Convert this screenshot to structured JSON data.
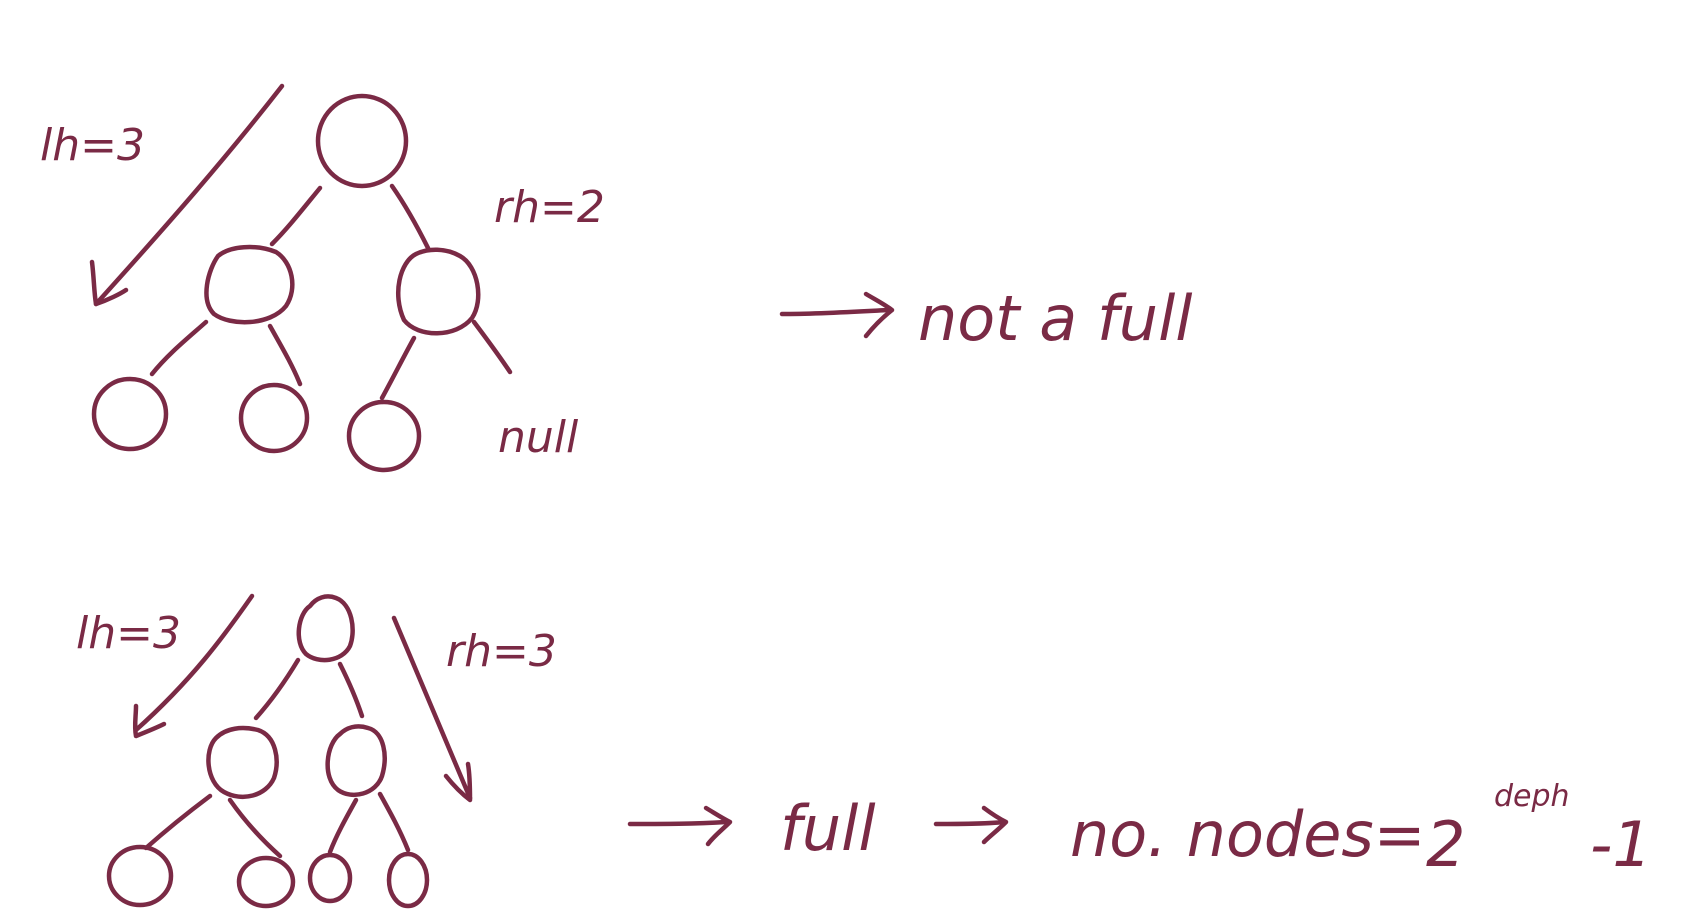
{
  "colors": {
    "ink": "#7a2a45",
    "background": "#ffffff"
  },
  "diagram_top": {
    "left_height_label": "lh=3",
    "right_height_label": "rh=2",
    "null_label": "null",
    "result": "not a full"
  },
  "diagram_bottom": {
    "left_height_label": "lh=3",
    "right_height_label": "rh=3",
    "result_full": "full",
    "formula_lhs": "no. nodes=",
    "formula_base": "2",
    "formula_exponent": "deph",
    "formula_tail": "-1"
  }
}
